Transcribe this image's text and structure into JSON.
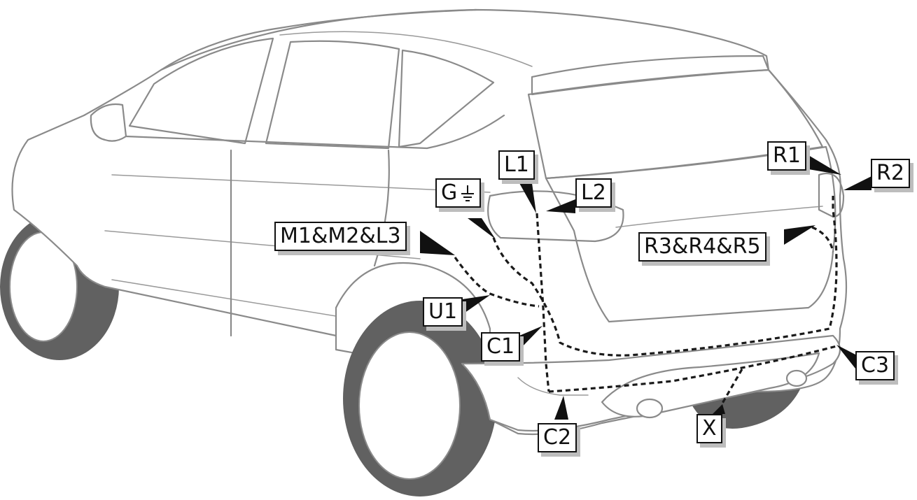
{
  "diagram": {
    "labels": {
      "G": "G",
      "L1": "L1",
      "L2": "L2",
      "R1": "R1",
      "R2": "R2",
      "M": "M1&M2&L3",
      "R345": "R3&R4&R5",
      "U1": "U1",
      "C1": "C1",
      "C2": "C2",
      "C3": "C3",
      "X": "X"
    },
    "icons": {
      "ground": "ground-symbol-icon"
    },
    "colors": {
      "outline": "#8a8a8a",
      "tyre": "#616161",
      "wire": "#1a1a1a",
      "label_shadow": "#bdbdbd"
    }
  }
}
